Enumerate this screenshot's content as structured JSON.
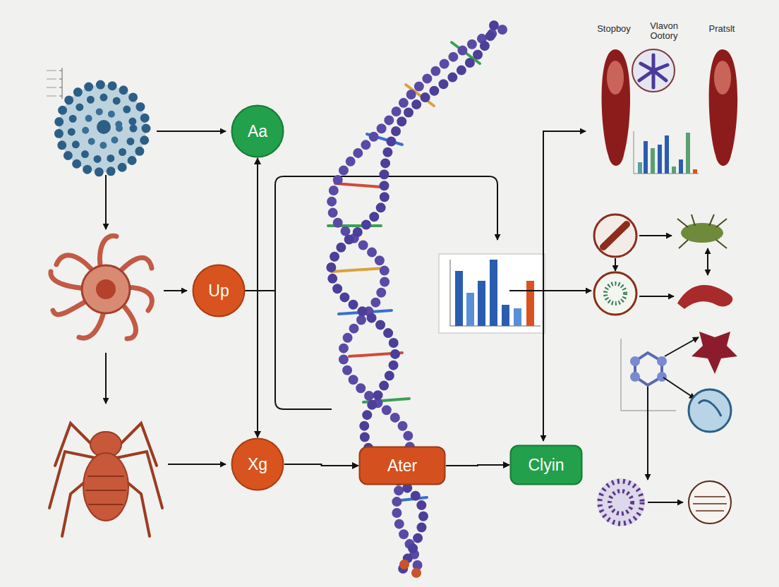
{
  "diagram": {
    "nodes": [
      {
        "text": [
          "Aa"
        ]
      },
      {
        "text": [
          "Up"
        ]
      },
      {
        "text": [
          "Xg"
        ]
      },
      {
        "text": [
          "Ater"
        ]
      },
      {
        "text": [
          "Clyin"
        ]
      }
    ],
    "edges": [
      {
        "from": 1,
        "to": 0,
        "arrow": "to"
      },
      {
        "from": 1,
        "to": 2,
        "arrow": "to"
      },
      {
        "from": 2,
        "to": 3,
        "arrow": "to"
      },
      {
        "from": 3,
        "to": 4,
        "arrow": "to"
      }
    ],
    "labels": [
      "Stopboy",
      "Vlavon Ootory",
      "Pratslt"
    ]
  }
}
